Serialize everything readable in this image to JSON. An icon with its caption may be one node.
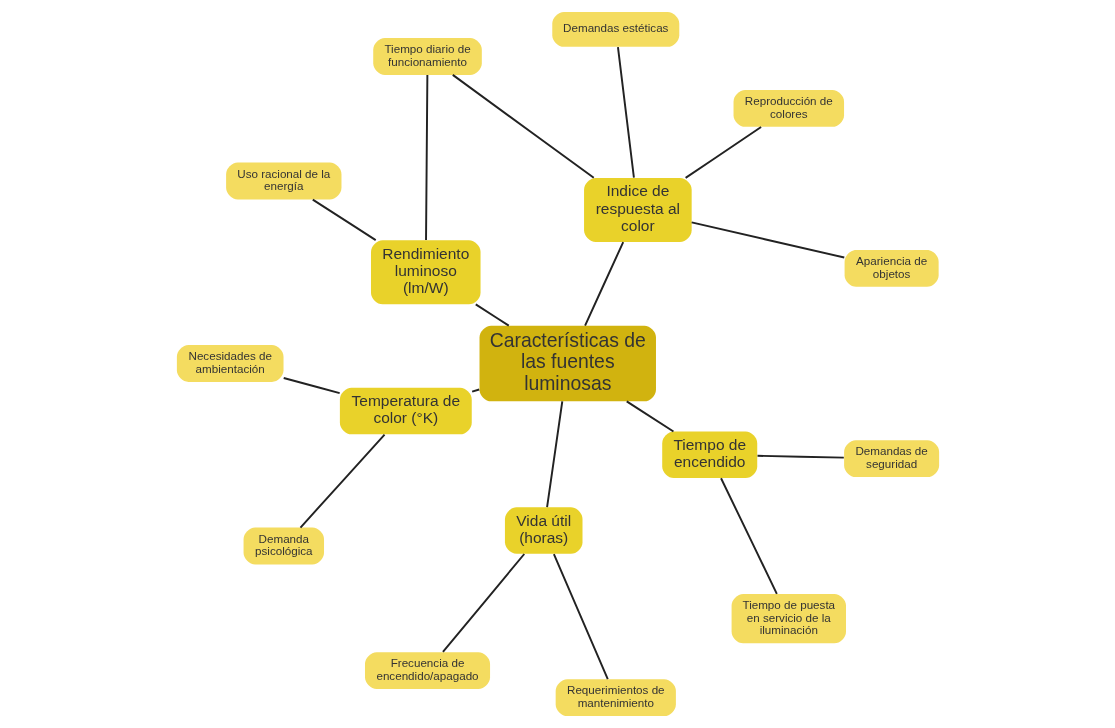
{
  "diagram": {
    "nodes": [
      {
        "text": [
          "Características de las fuentes luminosas"
        ]
      },
      {
        "text": [
          "Indice de respuesta al color"
        ]
      },
      {
        "text": [
          "Apariencia de objetos"
        ]
      },
      {
        "text": [
          "Reproducción de colores"
        ]
      },
      {
        "text": [
          "Demandas estéticas"
        ]
      },
      {
        "text": [
          "Tiempo diario de funcionamiento"
        ]
      },
      {
        "text": [
          "Rendimiento luminoso (lm/W)"
        ]
      },
      {
        "text": [
          "Uso racional de la energía"
        ]
      },
      {
        "text": [
          "Temperatura de color (°K)"
        ]
      },
      {
        "text": [
          "Necesidades de ambientación"
        ]
      },
      {
        "text": [
          "Demanda psicológica"
        ]
      },
      {
        "text": [
          "Vida útil (horas)"
        ]
      },
      {
        "text": [
          "Frecuencia de encendido/apagado"
        ]
      },
      {
        "text": [
          "Requerimientos de mantenimiento"
        ]
      },
      {
        "text": [
          "Tiempo de encendido"
        ]
      },
      {
        "text": [
          "Tiempo de puesta en servicio de la iluminación"
        ]
      },
      {
        "text": [
          "Demandas de seguridad"
        ]
      }
    ],
    "edges": [
      {
        "from": 0,
        "to": 1,
        "arrow": "none"
      },
      {
        "from": 1,
        "to": 2,
        "arrow": "none"
      },
      {
        "from": 1,
        "to": 3,
        "arrow": "none"
      },
      {
        "from": 1,
        "to": 4,
        "arrow": "none"
      },
      {
        "from": 1,
        "to": 5,
        "arrow": "none"
      },
      {
        "from": 0,
        "to": 6,
        "arrow": "none"
      },
      {
        "from": 6,
        "to": 5,
        "arrow": "none"
      },
      {
        "from": 6,
        "to": 7,
        "arrow": "none"
      },
      {
        "from": 0,
        "to": 8,
        "arrow": "none"
      },
      {
        "from": 8,
        "to": 9,
        "arrow": "none"
      },
      {
        "from": 8,
        "to": 10,
        "arrow": "none"
      },
      {
        "from": 0,
        "to": 11,
        "arrow": "none"
      },
      {
        "from": 11,
        "to": 12,
        "arrow": "none"
      },
      {
        "from": 11,
        "to": 13,
        "arrow": "none"
      },
      {
        "from": 0,
        "to": 14,
        "arrow": "none"
      },
      {
        "from": 14,
        "to": 15,
        "arrow": "none"
      },
      {
        "from": 14,
        "to": 16,
        "arrow": "none"
      }
    ]
  }
}
